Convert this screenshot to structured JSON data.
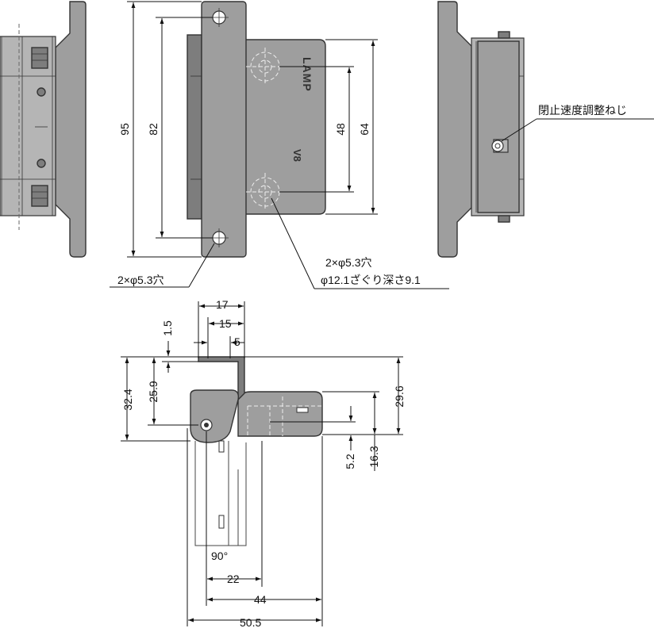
{
  "front_view": {
    "dim_height_total": "95",
    "dim_hole_pitch": "82",
    "dim_counterbore_pitch": "48",
    "dim_body_height": "64",
    "note_mount_holes": "2×φ5.3穴",
    "note_body_holes_line1": "2×φ5.3穴",
    "note_body_holes_line2": "φ12.1ざぐり深さ9.1",
    "brand_mark": "LAMP",
    "model_mark": "V8"
  },
  "side_view": {
    "note_speed_screw": "閉止速度調整ねじ"
  },
  "bottom_view": {
    "dim_17": "17",
    "dim_15": "15",
    "dim_5": "5",
    "dim_1_5": "1.5",
    "dim_32_4": "32.4",
    "dim_25_9": "25.9",
    "dim_29_6": "29.6",
    "dim_5_2": "5.2",
    "dim_16_3": "16.3",
    "dim_angle": "90°",
    "dim_22": "22",
    "dim_44": "44",
    "dim_50_5": "50.5"
  }
}
